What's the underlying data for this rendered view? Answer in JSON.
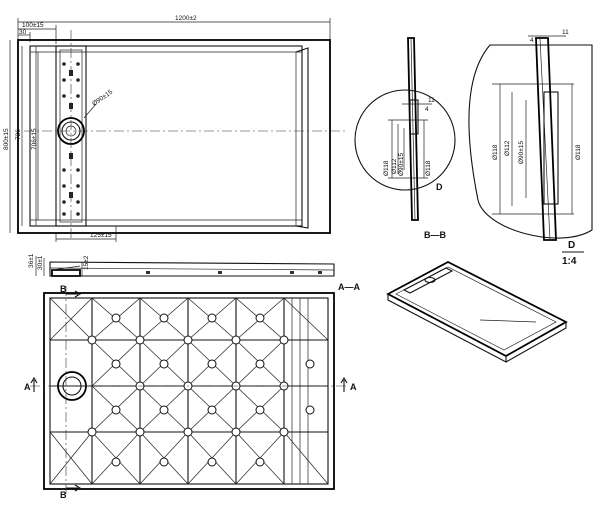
{
  "dimensions": {
    "overall_width": "1200±2",
    "left_offset": "100±15",
    "edge_30": "30",
    "height_800": "800±15",
    "height_736": "736",
    "height_706": "706±15",
    "drain_dia": "Ø90±15",
    "bottom_125": "125±15",
    "thick_36": "36±1",
    "thick_30": "30±1",
    "thick_15": "15±2"
  },
  "section_bb": {
    "dim_11": "11",
    "dim_4": "4",
    "dia_118a": "Ø118",
    "dia_112": "Ø112",
    "dia_90": "Ø90±15",
    "dia_118b": "Ø118",
    "label": "B—B",
    "detail_marker": "D"
  },
  "detail_d": {
    "dim_4": "4",
    "dim_11": "11",
    "dia_118": "Ø118",
    "dia_112": "Ø112",
    "dia_90": "Ø90±15",
    "dia_118b": "Ø118",
    "label": "D",
    "scale": "1:4"
  },
  "section_aa": {
    "label": "A—A"
  },
  "markers": {
    "a_left": "A",
    "a_right": "A",
    "b_top": "B",
    "b_bottom": "B"
  }
}
